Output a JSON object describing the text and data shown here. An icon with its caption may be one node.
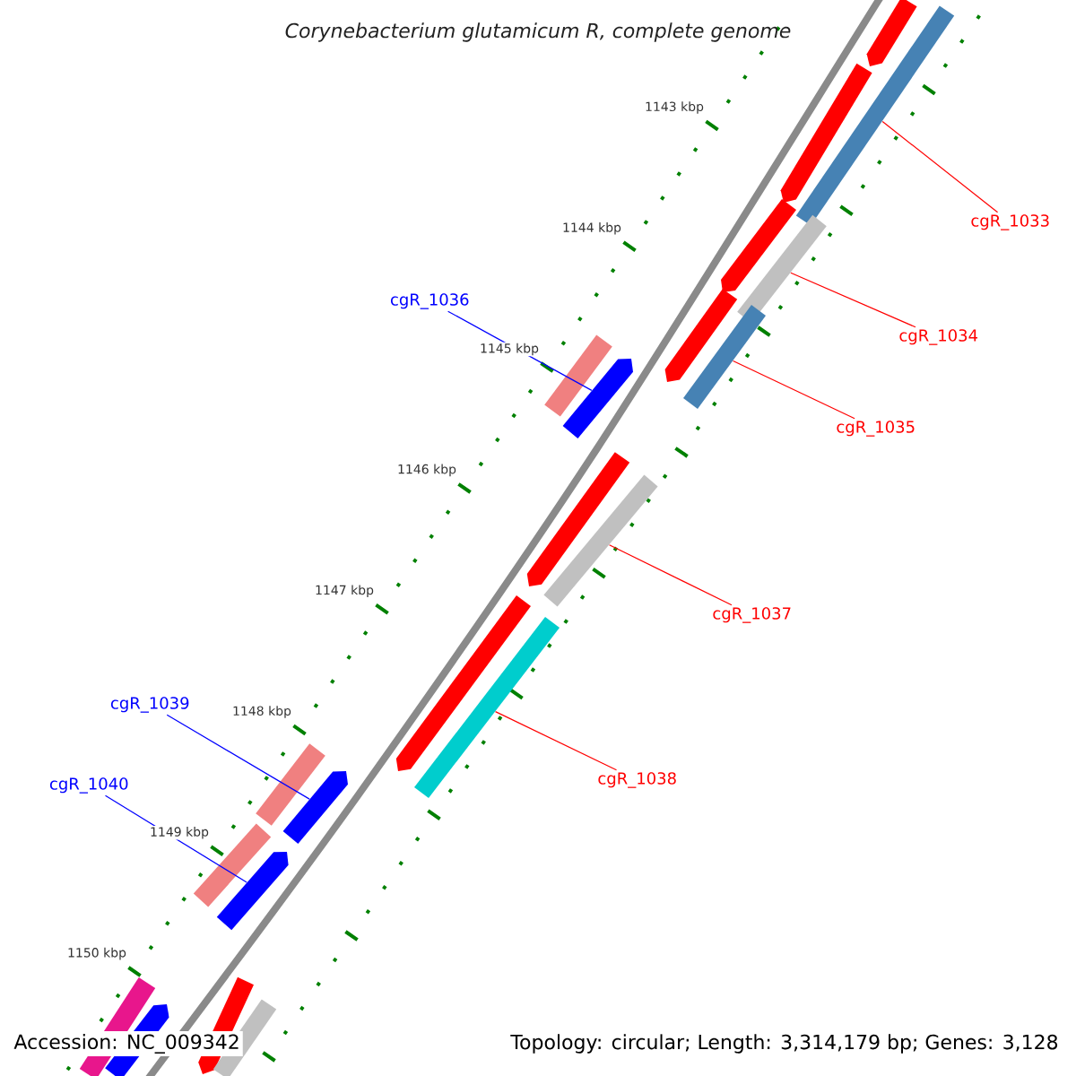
{
  "diagram": {
    "title": "Corynebacterium glutamicum R, complete genome",
    "nodes": [
      {
        "text": [
          "cgR_1033"
        ]
      },
      {
        "text": [],
        "shape": "bar"
      },
      {
        "text": [
          "cgR_1034"
        ]
      },
      {
        "text": [],
        "shape": "bar"
      },
      {
        "text": [
          "cgR_1035"
        ]
      },
      {
        "text": [],
        "shape": "bar"
      },
      {
        "text": [
          "cgR_1036"
        ]
      },
      {
        "text": [],
        "shape": "bar"
      },
      {
        "text": [
          "cgR_1037"
        ]
      },
      {
        "text": [],
        "shape": "bar"
      },
      {
        "text": [
          "cgR_1038"
        ]
      },
      {
        "text": [],
        "shape": "bar"
      },
      {
        "text": [
          "cgR_1039"
        ]
      },
      {
        "text": [],
        "shape": "bar"
      },
      {
        "text": [
          "cgR_1040"
        ]
      },
      {
        "text": [],
        "shape": "bar"
      },
      {
        "text": [],
        "shape": "bar"
      },
      {
        "text": [],
        "shape": "bar"
      },
      {
        "text": [],
        "shape": "bar"
      },
      {
        "text": [],
        "shape": "bar"
      },
      {
        "text": [],
        "shape": "bar"
      },
      {
        "text": [],
        "shape": "bar"
      },
      {
        "text": [],
        "shape": "bar"
      },
      {
        "text": [],
        "shape": "bar"
      },
      {
        "text": [],
        "shape": "bar"
      },
      {
        "text": [],
        "shape": "bar"
      },
      {
        "text": [],
        "shape": "bar"
      },
      {
        "text": [],
        "shape": "bar"
      },
      {
        "text": [],
        "shape": "bar"
      }
    ],
    "edges": [
      {
        "from": 0,
        "to": 1,
        "arrow": "none"
      },
      {
        "from": 2,
        "to": 3,
        "arrow": "none"
      },
      {
        "from": 4,
        "to": 5,
        "arrow": "none"
      },
      {
        "from": 6,
        "to": 7,
        "arrow": "none",
        "color": "#0000ff"
      },
      {
        "from": 8,
        "to": 9,
        "arrow": "none"
      },
      {
        "from": 10,
        "to": 11,
        "arrow": "none"
      },
      {
        "from": 12,
        "to": 13,
        "arrow": "none",
        "color": "#0000ff"
      },
      {
        "from": 14,
        "to": 15,
        "arrow": "none",
        "color": "#0000ff"
      }
    ],
    "labels": [
      "1143 kbp",
      "1144 kbp",
      "1145 kbp",
      "1146 kbp",
      "1147 kbp",
      "1148 kbp",
      "1149 kbp",
      "1150 kbp",
      "Accession: NC_009342",
      "Topology: circular; Length: 3,314,179 bp; Genes: 3,128"
    ]
  }
}
